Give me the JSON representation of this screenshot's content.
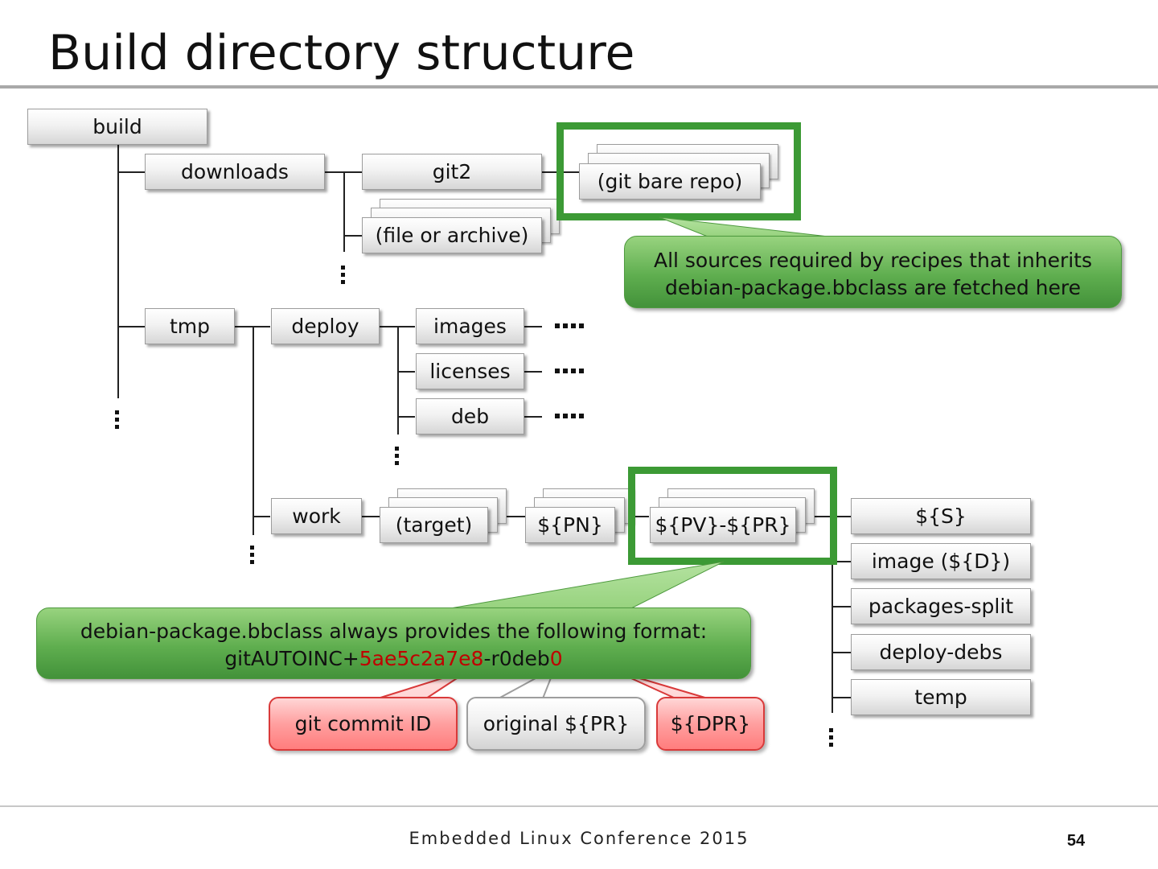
{
  "slide": {
    "title": "Build directory structure",
    "footer": "Embedded Linux Conference 2015",
    "page_number": "54"
  },
  "tree": {
    "build": "build",
    "downloads": "downloads",
    "git2": "git2",
    "git_bare_repo": "(git bare repo)",
    "file_or_archive": "(file or archive)",
    "tmp": "tmp",
    "deploy": "deploy",
    "images": "images",
    "licenses": "licenses",
    "deb": "deb",
    "work": "work",
    "target": "(target)",
    "pn": "${PN}",
    "pv_pr": "${PV}-${PR}",
    "s": "${S}",
    "image_d": "image (${D})",
    "packages_split": "packages-split",
    "deploy_debs": "deploy-debs",
    "temp": "temp"
  },
  "callouts": {
    "downloads_note": {
      "line1": "All sources required by recipes that inherits",
      "line2": "debian-package.bbclass are fetched here"
    },
    "format_note": {
      "line1": "debian-package.bbclass always provides the following format:",
      "prefix": "gitAUTOINC+",
      "commit": "5ae5c2a7e8",
      "middle": "-r0deb",
      "dpr": "0"
    },
    "git_commit_id": "git commit ID",
    "original_pr": "original ${PR}",
    "dpr": "${DPR}"
  },
  "colors": {
    "highlight_green": "#3c9a35",
    "emphasis_red": "#c00000",
    "callout_red_border": "#d93a3a"
  }
}
